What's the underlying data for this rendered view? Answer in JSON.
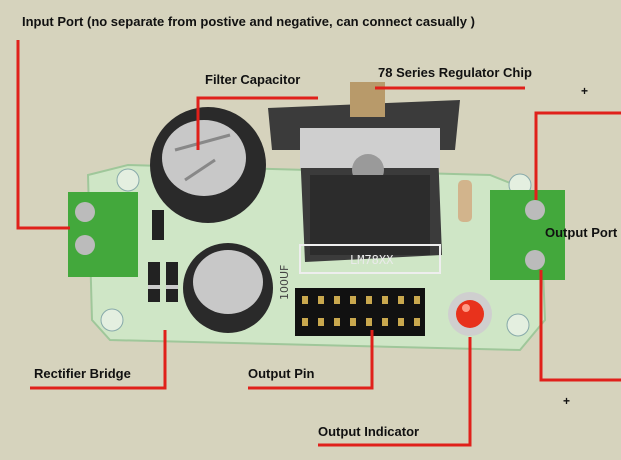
{
  "labels": {
    "input_port": "Input Port (no separate from postive and negative, can connect casually )",
    "filter_capacitor": "Filter Capacitor",
    "regulator_chip": "78 Series Regulator Chip",
    "output_port": "Output Port",
    "rectifier_bridge": "Rectifier Bridge",
    "output_pin": "Output Pin",
    "output_indicator": "Output Indicator",
    "plus_top": "+",
    "plus_bottom": "+"
  },
  "board_text": {
    "chip_marking": "LM78XX",
    "cap_marking": "100UF"
  },
  "colors": {
    "background": "#d9d7c1",
    "pcb": "#cfe8c4",
    "terminal": "#3fa33a",
    "callout_line": "#e0201a"
  }
}
